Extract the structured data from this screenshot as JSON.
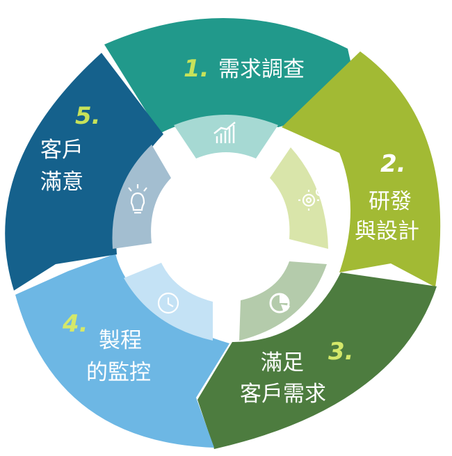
{
  "steps": [
    {
      "number": "1.",
      "label_lines": [
        "需求調查"
      ],
      "color": "#21998b",
      "number_color": "#c7e25a",
      "inner_color": "#a6d9d3",
      "icon": "bar-chart-icon"
    },
    {
      "number": "2.",
      "label_lines": [
        "研發",
        "與設計"
      ],
      "color": "#a2ba34",
      "number_color": "#ffffff",
      "inner_color": "#d9e5aa",
      "icon": "gears-icon"
    },
    {
      "number": "3.",
      "label_lines": [
        "滿足",
        "客戶需求"
      ],
      "color": "#4d7c3f",
      "number_color": "#d4e86a",
      "inner_color": "#b4cbab",
      "icon": "pie-chart-icon"
    },
    {
      "number": "4.",
      "label_lines": [
        "製程",
        "的監控"
      ],
      "color": "#6db7e4",
      "number_color": "#d4e86a",
      "inner_color": "#c4e2f5",
      "icon": "clock-icon"
    },
    {
      "number": "5.",
      "label_lines": [
        "客戶",
        "滿意"
      ],
      "color": "#15618c",
      "number_color": "#c7e25a",
      "inner_color": "#a3bed0",
      "icon": "lightbulb-icon"
    }
  ]
}
